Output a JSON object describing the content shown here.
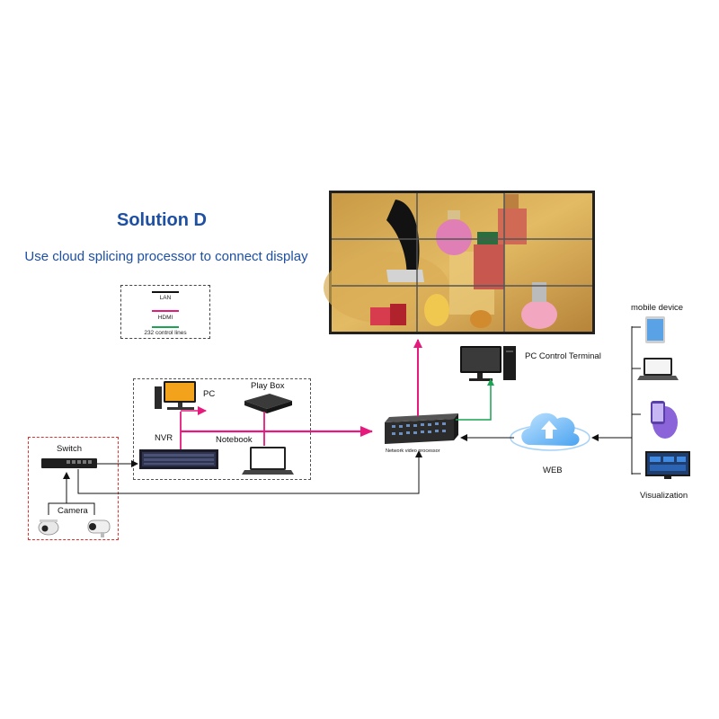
{
  "title": "Solution D",
  "subtitle": "Use cloud splicing processor to connect display",
  "legend": {
    "items": [
      {
        "label": "LAN",
        "color": "#111111"
      },
      {
        "label": "HDMI",
        "color": "#e6197d"
      },
      {
        "label": "232 control lines",
        "color": "#1aa454"
      }
    ]
  },
  "labels": {
    "pc": "PC",
    "play_box": "Play Box",
    "nvr": "NVR",
    "notebook": "Notebook",
    "switch": "Switch",
    "camera": "Camera",
    "network_video_processor": "Network video processor",
    "pc_control_terminal": "PC Control Terminal",
    "web": "WEB",
    "mobile_device": "mobile device",
    "visualization": "Visualization"
  },
  "colors": {
    "lan": "#111111",
    "hdmi": "#e6197d",
    "control": "#1aa454",
    "title": "#1d4fa3",
    "camera_box": "#e0302e"
  }
}
